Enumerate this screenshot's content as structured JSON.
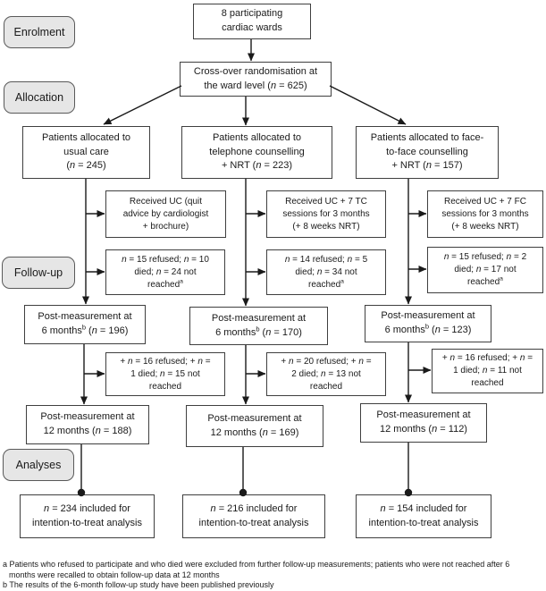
{
  "colors": {
    "box_border": "#3f3f3f",
    "label_fill": "#e6e6e6",
    "label_border": "#595959",
    "text": "#1a1a1a",
    "line": "#1a1a1a"
  },
  "stage_labels": {
    "enrolment": "Enrolment",
    "allocation": "Allocation",
    "followup": "Follow-up",
    "analyses": "Analyses"
  },
  "boxes": {
    "wards": [
      "8 participating",
      "cardiac wards"
    ],
    "crossover": [
      "Cross-over randomisation at",
      "the ward level (n = 625)"
    ],
    "alloc_usual": [
      "Patients allocated to",
      "usual care",
      "(n = 245)"
    ],
    "alloc_telephone": [
      "Patients allocated to",
      "telephone counselling",
      "+ NRT (n = 223)"
    ],
    "alloc_facetoface": [
      "Patients allocated to face-",
      "to-face counselling",
      "+ NRT (n = 157)"
    ],
    "received_usual": [
      "Received UC (quit",
      "advice by cardiologist",
      "+ brochure)"
    ],
    "received_telephone": [
      "Received UC + 7 TC",
      "sessions for 3 months",
      "(+ 8 weeks NRT)"
    ],
    "received_facetoface": [
      "Received UC + 7 FC",
      "sessions for 3 months",
      "(+ 8 weeks NRT)"
    ],
    "attrition6_usual": [
      "n = 15 refused; n = 10",
      "died; n = 24 not",
      "reachedᵃ"
    ],
    "attrition6_telephone": [
      "n = 14 refused; n = 5",
      "died; n = 34 not",
      "reachedᵃ"
    ],
    "attrition6_facetoface": [
      "n = 15 refused; n = 2",
      "died; n = 17 not",
      "reachedᵃ"
    ],
    "post6_usual": [
      "Post-measurement at",
      "6 monthsᵇ (n = 196)"
    ],
    "post6_telephone": [
      "Post-measurement at",
      "6 monthsᵇ (n = 170)"
    ],
    "post6_facetoface": [
      "Post-measurement at",
      "6 monthsᵇ (n = 123)"
    ],
    "attrition12_usual": [
      "+ n = 16 refused; + n =",
      "1 died; n = 15 not",
      "reached"
    ],
    "attrition12_telephone": [
      "+ n = 20 refused; + n =",
      "2 died; n = 13 not",
      "reached"
    ],
    "attrition12_facetoface": [
      "+ n = 16 refused; + n =",
      "1 died; n = 11 not",
      "reached"
    ],
    "post12_usual": [
      "Post-measurement at",
      "12 months (n = 188)"
    ],
    "post12_telephone": [
      "Post-measurement at",
      "12 months (n = 169)"
    ],
    "post12_facetoface": [
      "Post-measurement at",
      "12 months (n = 112)"
    ],
    "itt_usual": [
      "n = 234 included for",
      "intention-to-treat analysis"
    ],
    "itt_telephone": [
      "n = 216 included for",
      "intention-to-treat analysis"
    ],
    "itt_facetoface": [
      "n = 154 included for",
      "intention-to-treat analysis"
    ]
  },
  "footnotes": [
    "a Patients who refused to participate and who died were excluded from further follow-up measurements; patients who were not reached after 6 months were recalled to obtain follow-up data at 12 months",
    "b The results of the 6-month follow-up study have been published previously"
  ]
}
